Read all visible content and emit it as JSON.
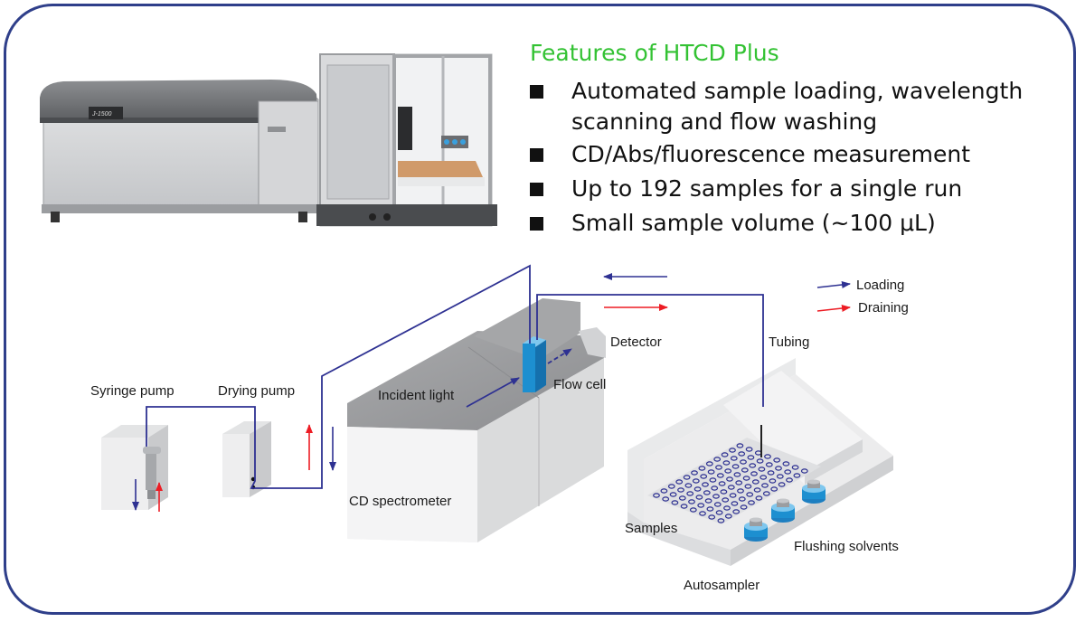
{
  "features": {
    "title": "Features of HTCD Plus",
    "items": [
      {
        "lines": [
          "Automated sample loading, wavelength",
          "scanning and flow washing"
        ]
      },
      {
        "lines": [
          "CD/Abs/fluorescence measurement"
        ]
      },
      {
        "lines": [
          "Up to 192 samples for a single run"
        ]
      },
      {
        "lines": [
          "Small sample volume (~100 μL)"
        ]
      }
    ]
  },
  "legend": {
    "loading": "Loading",
    "draining": "Draining"
  },
  "labels": {
    "syringe_pump": "Syringe pump",
    "drying_pump": "Drying pump",
    "incident_light": "Incident light",
    "flow_cell": "Flow cell",
    "detector": "Detector",
    "tubing": "Tubing",
    "cd_spectrometer": "CD spectrometer",
    "samples": "Samples",
    "flushing_solvents": "Flushing solvents",
    "autosampler": "Autosampler"
  },
  "colors": {
    "frame": "#2f3f8a",
    "title_green": "#33c233",
    "loading_line": "#2e3192",
    "draining_line": "#ed1c24",
    "flow_cell": "#1d8fd0",
    "well": "#2e3192"
  },
  "product_photo": {
    "device_model": "J-1500"
  }
}
